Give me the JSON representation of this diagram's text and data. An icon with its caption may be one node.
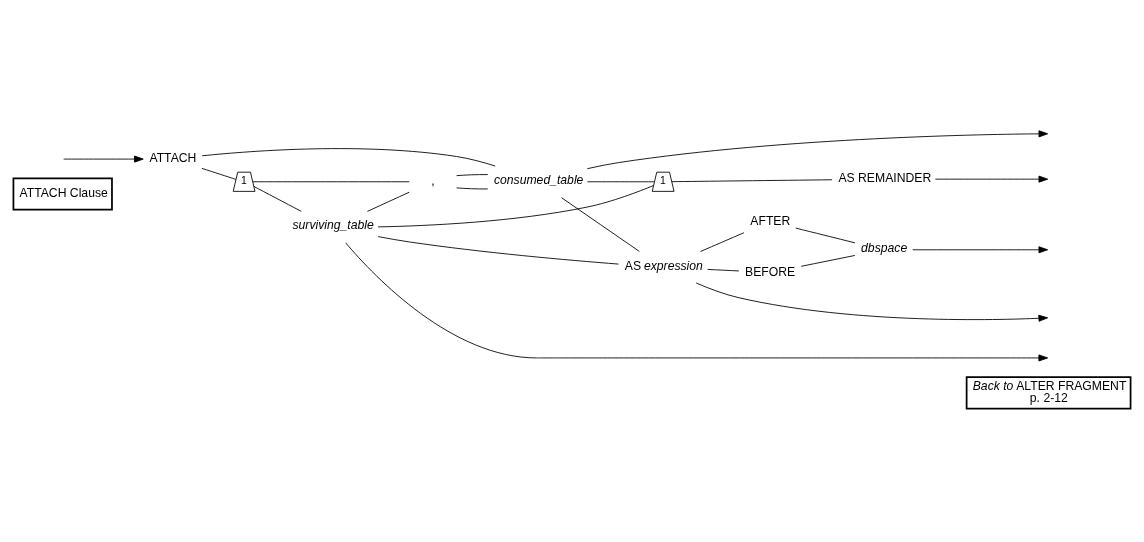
{
  "diagram": {
    "nodes": [
      {
        "text": [
          "ATTACH Clause"
        ]
      },
      {
        "text": [
          "*Back to* ALTER FRAGMENT",
          "p. 2-12"
        ]
      },
      {
        "text": [
          "ATTACH"
        ]
      },
      {
        "text": [
          "1"
        ]
      },
      {
        "text": [
          "surviving_table"
        ]
      },
      {
        "text": [
          "consumed_table"
        ]
      },
      {
        "text": [
          ","
        ]
      },
      {
        "text": [
          "AS *expression*"
        ]
      },
      {
        "text": [
          "BEFORE"
        ]
      },
      {
        "text": [
          "AFTER"
        ]
      },
      {
        "text": [
          "dbspace"
        ]
      },
      {
        "text": [
          "1"
        ]
      },
      {
        "text": [
          "AS REMAINDER"
        ]
      }
    ],
    "edges": [
      {
        "from": null,
        "to": 2,
        "arrow": "to"
      },
      {
        "from": 2,
        "to": 3,
        "arrow": "none"
      },
      {
        "from": 2,
        "to": 5,
        "arrow": "none"
      },
      {
        "from": 3,
        "to": 4,
        "arrow": "none"
      },
      {
        "from": 4,
        "to": 6,
        "arrow": "none"
      },
      {
        "from": 5,
        "to": 6,
        "arrow": "none"
      },
      {
        "from": 6,
        "to": 3,
        "arrow": "none"
      },
      {
        "from": 6,
        "to": 5,
        "arrow": "none"
      },
      {
        "from": 4,
        "to": null,
        "arrow": "to"
      },
      {
        "from": 5,
        "to": null,
        "arrow": "to"
      },
      {
        "from": 4,
        "to": 7,
        "arrow": "none"
      },
      {
        "from": 5,
        "to": 7,
        "arrow": "none"
      },
      {
        "from": 4,
        "to": 11,
        "arrow": "none"
      },
      {
        "from": 5,
        "to": 11,
        "arrow": "none"
      },
      {
        "from": 11,
        "to": 12,
        "arrow": "none"
      },
      {
        "from": 7,
        "to": 8,
        "arrow": "none"
      },
      {
        "from": 7,
        "to": 9,
        "arrow": "none"
      },
      {
        "from": 8,
        "to": 10,
        "arrow": "none"
      },
      {
        "from": 9,
        "to": 10,
        "arrow": "none"
      },
      {
        "from": 7,
        "to": null,
        "arrow": "to"
      },
      {
        "from": 10,
        "to": null,
        "arrow": "to"
      },
      {
        "from": 12,
        "to": null,
        "arrow": "to"
      }
    ]
  }
}
